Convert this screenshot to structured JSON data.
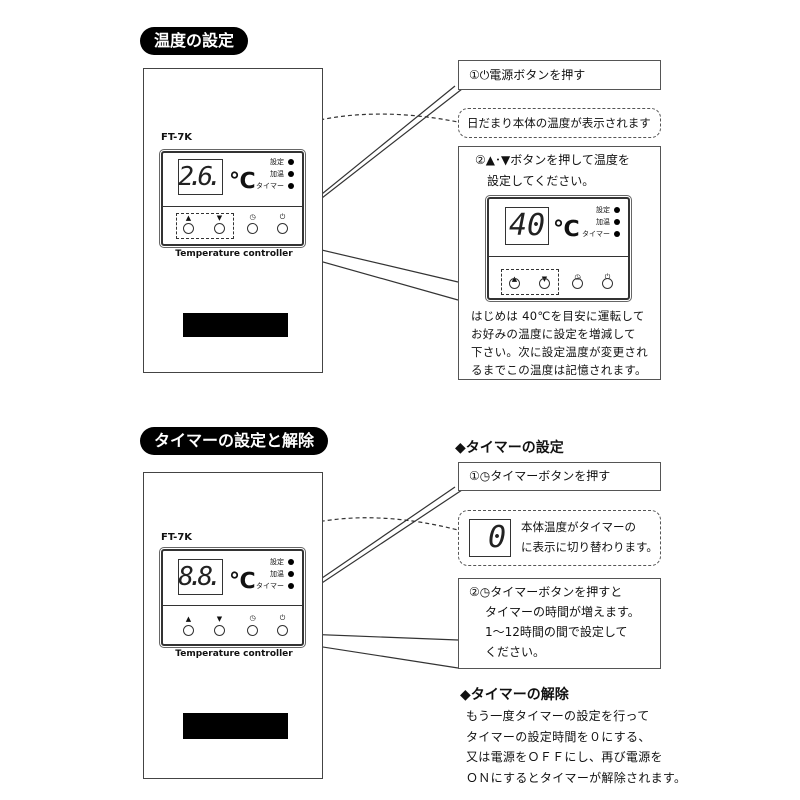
{
  "section1": {
    "title": "温度の設定",
    "device": {
      "model": "FT-7K",
      "display": "2.6.",
      "unit": "℃",
      "indicators": [
        "設定",
        "加温",
        "タイマー"
      ],
      "caption": "Temperature controller"
    },
    "step1": "①⏻電源ボタンを押す",
    "note1": "日だまり本体の温度が表示されます",
    "step2_line1": "②▲･▼ボタンを押して温度を",
    "step2_line2": "設定してください。",
    "inset_display": "40",
    "step2_body": [
      "はじめは 40℃を目安に運転して",
      "お好みの温度に設定を増減して",
      "下さい。次に設定温度が変更され",
      "るまでこの温度は記憶されます。"
    ]
  },
  "section2": {
    "title": "タイマーの設定と解除",
    "device": {
      "model": "FT-7K",
      "display": "8.8.",
      "unit": "℃",
      "indicators": [
        "設定",
        "加温",
        "タイマー"
      ],
      "caption": "Temperature controller"
    },
    "set_heading": "◆タイマーの設定",
    "step1": "①◷タイマーボタンを押す",
    "note_display": "0",
    "note_lines": [
      "本体温度がタイマーの",
      "に表示に切り替わります。"
    ],
    "step2": [
      "②◷タイマーボタンを押すと",
      "タイマーの時間が増えます。",
      "1～12時間の間で設定して",
      "ください。"
    ],
    "release_heading": "◆タイマーの解除",
    "release_body": [
      "もう一度タイマーの設定を行って",
      "タイマーの設定時間を０にする、",
      "又は電源をＯＦＦにし、再び電源を",
      "ＯＮにするとタイマーが解除されます。"
    ]
  }
}
